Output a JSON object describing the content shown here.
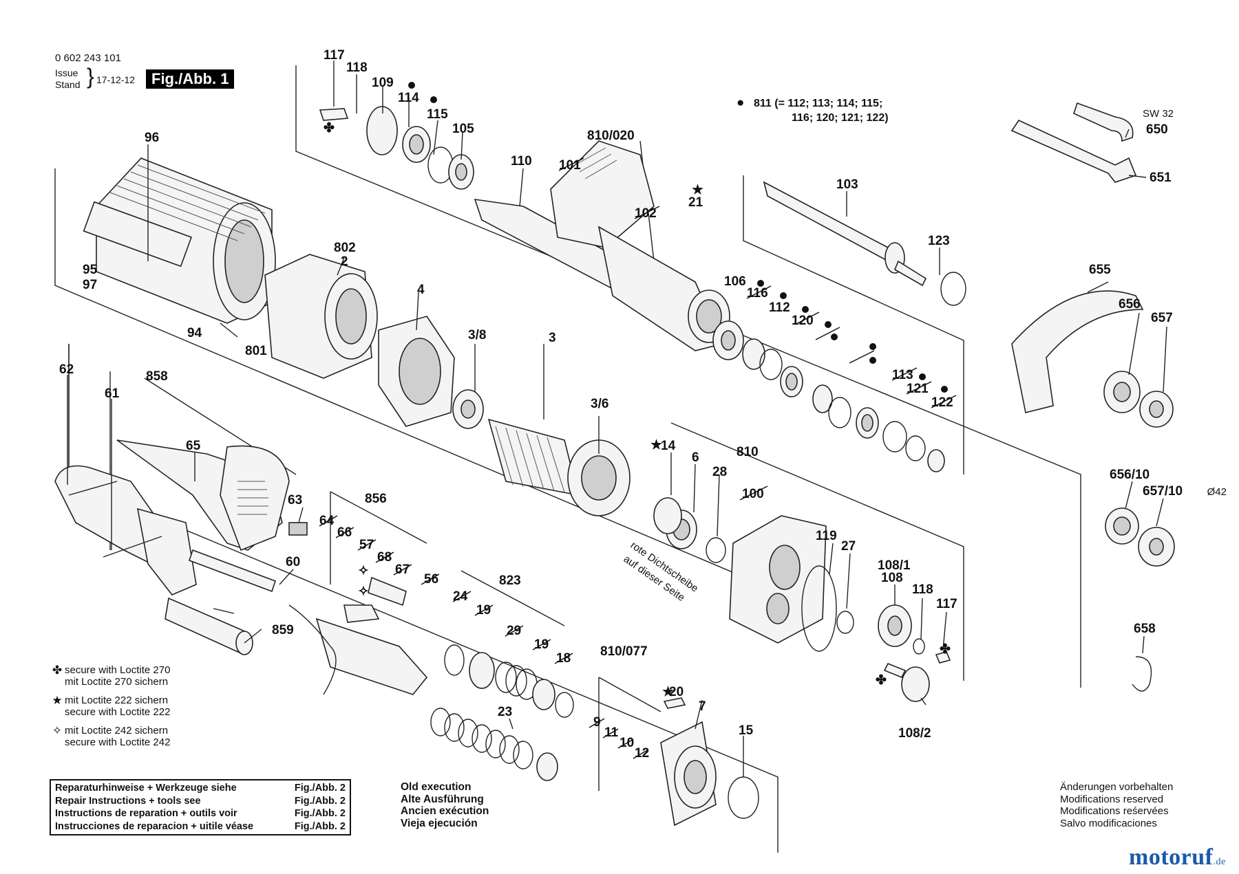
{
  "header": {
    "doc_number": "0 602 243 101",
    "issue_label": "Issue",
    "stand_label": "Stand",
    "issue_date": "17-12-12",
    "fig_label": "Fig./Abb. 1"
  },
  "set_note": {
    "symbol": "●",
    "line1": "811 (= 112; 113; 114; 115;",
    "line2": "116; 120; 121; 122)"
  },
  "wrench": {
    "size": "SW 32",
    "diameter": "Ø42"
  },
  "part_labels": [
    "117",
    "118",
    "109",
    "114",
    "115",
    "105",
    "110",
    "810/020",
    "101",
    "102",
    "21",
    "103",
    "123",
    "96",
    "802",
    "2",
    "4",
    "95",
    "97",
    "94",
    "801",
    "106",
    "116",
    "112",
    "120",
    "113",
    "121",
    "122",
    "3/8",
    "3",
    "3/6",
    "655",
    "656",
    "657",
    "62",
    "61",
    "858",
    "65",
    "63",
    "856",
    "64",
    "66",
    "57",
    "68",
    "67",
    "56",
    "60",
    "859",
    "14",
    "6",
    "28",
    "810",
    "100",
    "119",
    "27",
    "108/1",
    "108",
    "118",
    "117",
    "24",
    "823",
    "19",
    "29",
    "18",
    "23",
    "810/077",
    "9",
    "11",
    "10",
    "12",
    "20",
    "7",
    "15",
    "108/2",
    "650",
    "651",
    "656/10",
    "657/10",
    "658"
  ],
  "seal_note": [
    "rote Dichtscheibe",
    "auf dieser Seite"
  ],
  "legend": [
    {
      "symbol": "✤",
      "lines": [
        "secure with Loctite 270",
        "mit Loctite 270 sichern"
      ]
    },
    {
      "symbol": "★",
      "lines": [
        "mit Loctite 222 sichern",
        "secure with Loctite 222"
      ]
    },
    {
      "symbol": "✧",
      "lines": [
        "mit Loctite 242 sichern",
        "secure with Loctite 242"
      ]
    }
  ],
  "repair_table": [
    {
      "text": "Reparaturhinweise + Werkzeuge siehe",
      "ref": "Fig./Abb. 2"
    },
    {
      "text": "Repair Instructions + tools see",
      "ref": "Fig./Abb. 2"
    },
    {
      "text": "Instructions de reparation + outils voir",
      "ref": "Fig./Abb. 2"
    },
    {
      "text": "Instrucciones de reparacion + uitile véase",
      "ref": "Fig./Abb. 2"
    }
  ],
  "old_execution": [
    "Old execution",
    "Alte Ausführung",
    "Ancien exécution",
    "Vieja ejecución"
  ],
  "modifications": [
    "Änderungen vorbehalten",
    "Modifications reserved",
    "Modifications reśervées",
    "Salvo modificaciones"
  ],
  "brand": {
    "name": "motoruf",
    "tld": ".de",
    "color": "#1a5aa8"
  }
}
